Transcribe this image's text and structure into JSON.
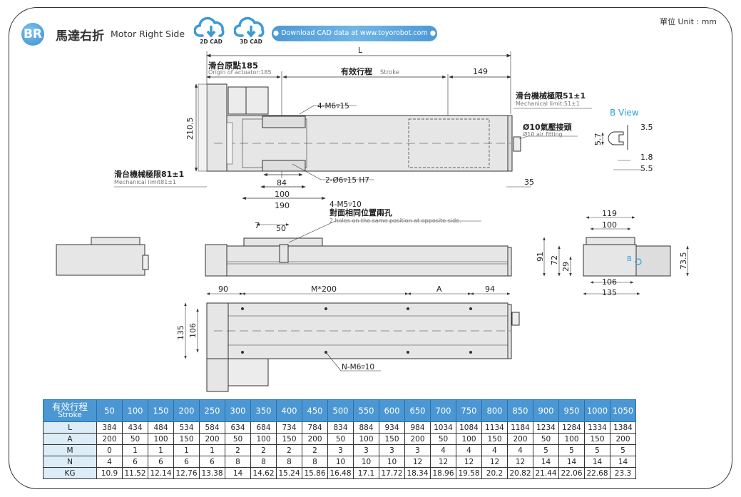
{
  "header": {
    "badge": "BR",
    "title_cn": "馬達右折",
    "title_en": "Motor Right Side",
    "cad_buttons": [
      {
        "label": "2D CAD",
        "icon": "cloud-download-icon"
      },
      {
        "label": "3D CAD",
        "icon": "cloud-download-icon"
      }
    ],
    "download_text": "Download CAD data at www.toyorobot.com",
    "unit": "單位 Unit : mm"
  },
  "colors": {
    "accent": "#4b97d3",
    "row_header_bg": "#dcedf8",
    "b_view": "#2aa0dc",
    "body_fill": "#e6e6e6"
  },
  "drawing": {
    "top_view": {
      "L": "L",
      "origin_cn": "滑台原點185",
      "origin_en": "Origin of actuator:185",
      "stroke_cn": "有效行程",
      "stroke_en": "Stroke",
      "dim_149": "149",
      "mech_limit_right_cn": "滑台機械極限51±1",
      "mech_limit_right_en": "Mechanical limit:51±1",
      "air_cn": "Ø10氣壓接頭",
      "air_en": "Ø10 air fitting",
      "dim_35": "35",
      "height_210": "210.5",
      "mech_limit_left_cn": "滑台機械極限81±1",
      "mech_limit_left_en": "Mechanical limit81±1",
      "hole_m6": "4-M6▿15",
      "hole_pin": "2-Ø6▿15 H7",
      "dim_84": "84",
      "dim_100": "100",
      "dim_190": "190"
    },
    "b_view": {
      "title": "B View",
      "d35": "3.5",
      "d57": "5.7",
      "d18": "1.8",
      "d55": "5.5"
    },
    "side_view": {
      "hole_m5": "4-M5▿10",
      "hole_m5_cn": "對面相同位置兩孔",
      "hole_m5_en": "2 holes on the same position at opposite side.",
      "dim_7": "7",
      "dim_50": "50"
    },
    "end_view": {
      "d119": "119",
      "d100": "100",
      "d91": "91",
      "d72": "72",
      "d29": "29",
      "d735": "73.5",
      "d106": "106",
      "d135": "135",
      "b_mark": "B"
    },
    "bottom_view": {
      "d90": "90",
      "dM200": "M*200",
      "dA": "A",
      "d94": "94",
      "d135": "135",
      "d106": "106",
      "hole_n": "N-M6▿10"
    }
  },
  "table": {
    "header_cn": "有效行程",
    "header_en": "Stroke",
    "strokes": [
      "50",
      "100",
      "150",
      "200",
      "250",
      "300",
      "350",
      "400",
      "450",
      "500",
      "550",
      "600",
      "650",
      "700",
      "750",
      "800",
      "850",
      "900",
      "950",
      "1000",
      "1050"
    ],
    "rows": [
      {
        "label": "L",
        "values": [
          "384",
          "434",
          "484",
          "534",
          "584",
          "634",
          "684",
          "734",
          "784",
          "834",
          "884",
          "934",
          "984",
          "1034",
          "1084",
          "1134",
          "1184",
          "1234",
          "1284",
          "1334",
          "1384"
        ]
      },
      {
        "label": "A",
        "values": [
          "200",
          "50",
          "100",
          "150",
          "200",
          "50",
          "100",
          "150",
          "200",
          "50",
          "100",
          "150",
          "200",
          "50",
          "100",
          "150",
          "200",
          "50",
          "100",
          "150",
          "200"
        ]
      },
      {
        "label": "M",
        "values": [
          "0",
          "1",
          "1",
          "1",
          "1",
          "2",
          "2",
          "2",
          "2",
          "3",
          "3",
          "3",
          "3",
          "4",
          "4",
          "4",
          "4",
          "5",
          "5",
          "5",
          "5"
        ]
      },
      {
        "label": "N",
        "values": [
          "4",
          "6",
          "6",
          "6",
          "6",
          "8",
          "8",
          "8",
          "8",
          "10",
          "10",
          "10",
          "12",
          "12",
          "12",
          "12",
          "12",
          "14",
          "14",
          "14",
          "14"
        ]
      },
      {
        "label": "KG",
        "values": [
          "10.9",
          "11.52",
          "12.14",
          "12.76",
          "13.38",
          "14",
          "14.62",
          "15.24",
          "15.86",
          "16.48",
          "17.1",
          "17.72",
          "18.34",
          "18.96",
          "19.58",
          "20.2",
          "20.82",
          "21.44",
          "22.06",
          "22.68",
          "23.3"
        ]
      }
    ]
  }
}
